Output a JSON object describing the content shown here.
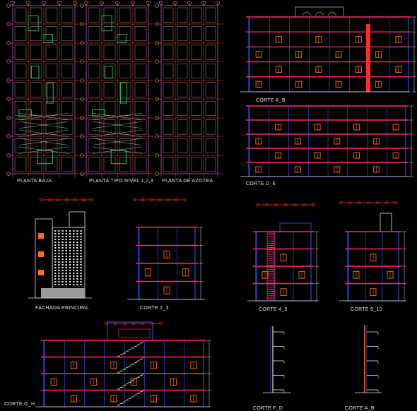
{
  "labels": {
    "planta_baja": "PLANTA BAJA",
    "planta_tipo": "PLANTA TIPO NIVEL 1,2,3",
    "planta_azotea": "PLANTA DE AZOTEA",
    "corte_ab_top": "CORTE A_B",
    "corte_de": "CORTE D_E",
    "fachada": "FACHADA PRINCIPAL",
    "corte_23": "CORTE 2_3",
    "corte_45": "CORTE 4_5",
    "corte_910": "CORTE 9_10",
    "corte_gh": "CORTE G_H",
    "corte_fd": "CORTE F_D",
    "corte_ab_bottom": "CORTE A_B"
  },
  "colors": {
    "background": "#000000",
    "wall": "#3a5cff",
    "slab": "#ff2a6a",
    "window": "#ff6a2a",
    "grid": "#ff3030",
    "furniture": "#20d060",
    "line": "#e0e0e0",
    "fill": "#9a9a9a"
  }
}
